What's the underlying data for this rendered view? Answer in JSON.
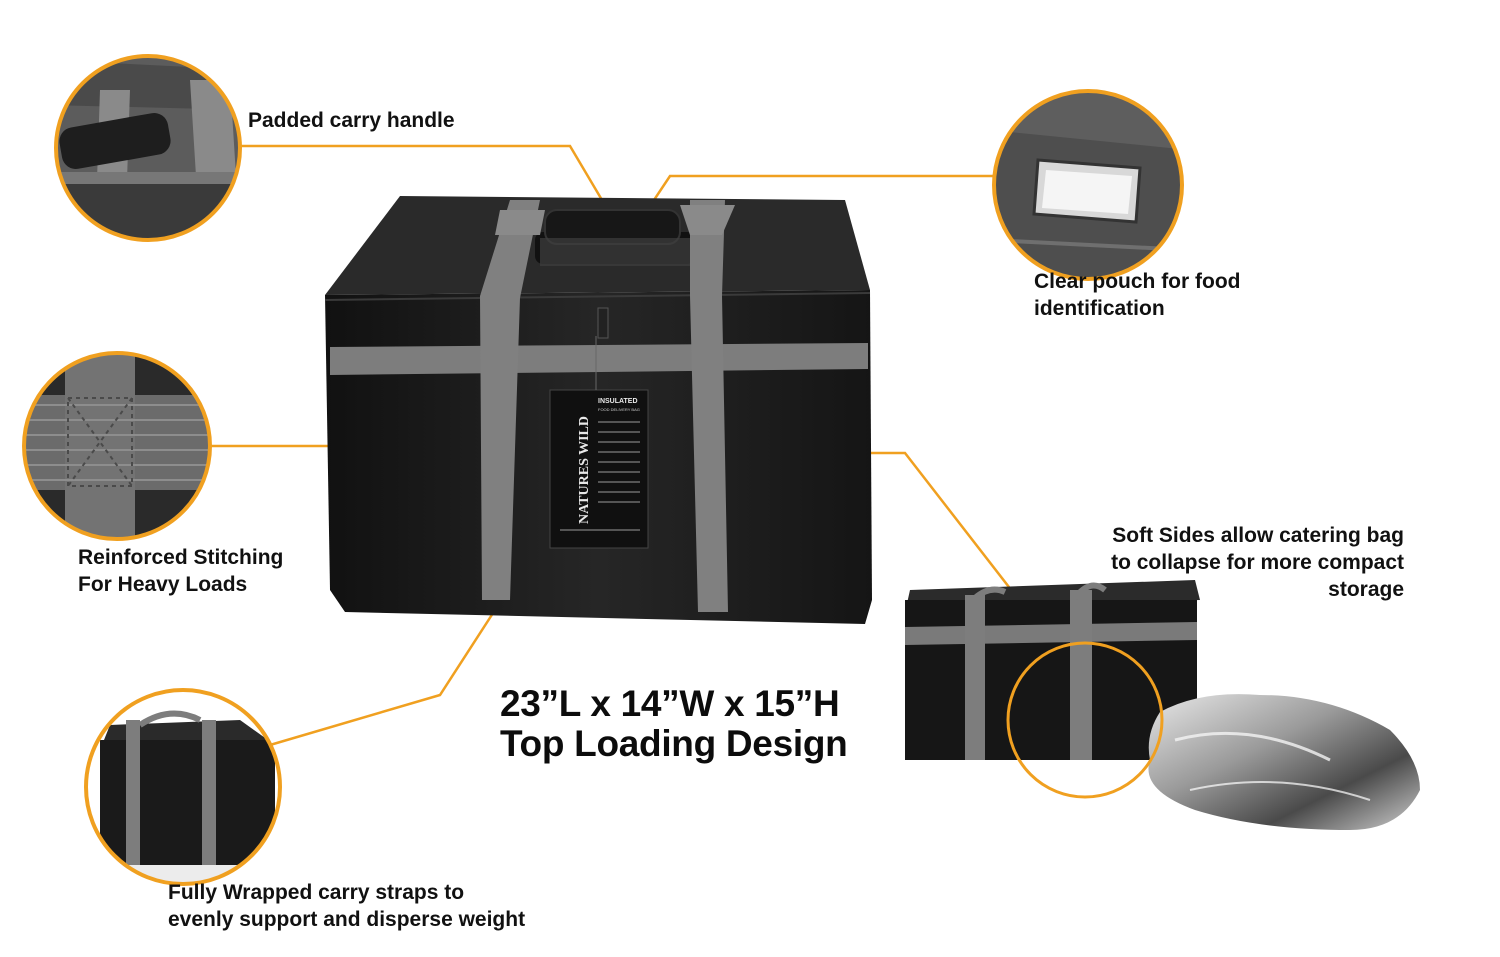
{
  "callouts": {
    "handle": "Padded carry handle",
    "pouch": [
      "Clear pouch for food",
      "identification"
    ],
    "stitching": [
      "Reinforced Stitching",
      "For Heavy Loads"
    ],
    "soft_sides": [
      "Soft Sides allow catering bag",
      "to collapse for more compact",
      "storage"
    ],
    "straps": [
      "Fully Wrapped carry straps to",
      "evenly support and disperse weight"
    ]
  },
  "headline": {
    "dimensions": "23”L x 14”W x 15”H",
    "design": "Top Loading Design"
  },
  "tag": {
    "brand": "NATURES WILD",
    "title": "INSULATED",
    "subtitle": "FOOD DELIVERY BAG"
  },
  "colors": {
    "accent": "#F0A020",
    "bag": "#1c1c1c",
    "strap": "#7d7d7d",
    "zoom_bg": "#5a5a5a"
  }
}
